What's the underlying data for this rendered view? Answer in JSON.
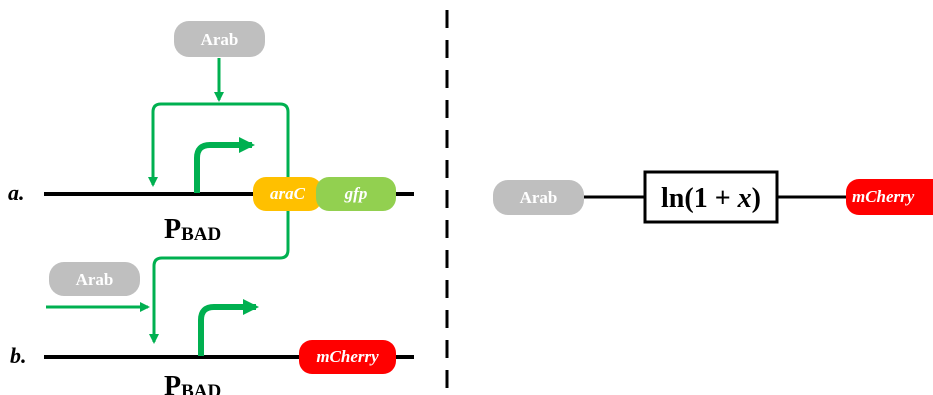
{
  "colors": {
    "inducer_pill": "#bfbfbf",
    "arac_pill": "#ffc000",
    "gfp_pill": "#92d050",
    "mcherry_pill": "#ff0000",
    "regulation_arrow": "#00b050",
    "dna_line": "#000000"
  },
  "left": {
    "row_a": {
      "label": "a.",
      "inducer": "Arab",
      "promoter_main": "P",
      "promoter_sub": "BAD",
      "gene_1": "araC",
      "gene_2": "gfp"
    },
    "row_b": {
      "label": "b.",
      "inducer": "Arab",
      "promoter_main": "P",
      "promoter_sub": "BAD",
      "gene_1": "mCherry"
    }
  },
  "right": {
    "input": "Arab",
    "function_pre": "ln(1 + ",
    "function_var": "x",
    "function_post": ")",
    "output": "mCherry"
  }
}
